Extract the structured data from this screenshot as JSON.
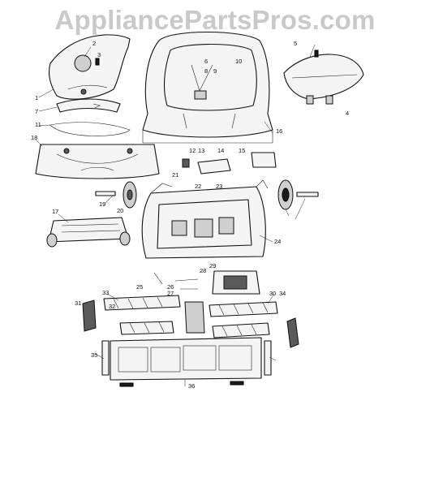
{
  "watermark": "AppliancePartsPros.com",
  "callouts": [
    "1",
    "2",
    "3",
    "4",
    "5",
    "6",
    "7",
    "8",
    "9",
    "10",
    "11",
    "12",
    "13",
    "14",
    "15",
    "16",
    "17",
    "18",
    "19",
    "20",
    "21",
    "22",
    "23",
    "24",
    "25",
    "26",
    "27",
    "28",
    "29",
    "30",
    "31",
    "32",
    "33",
    "34",
    "35",
    "36"
  ]
}
